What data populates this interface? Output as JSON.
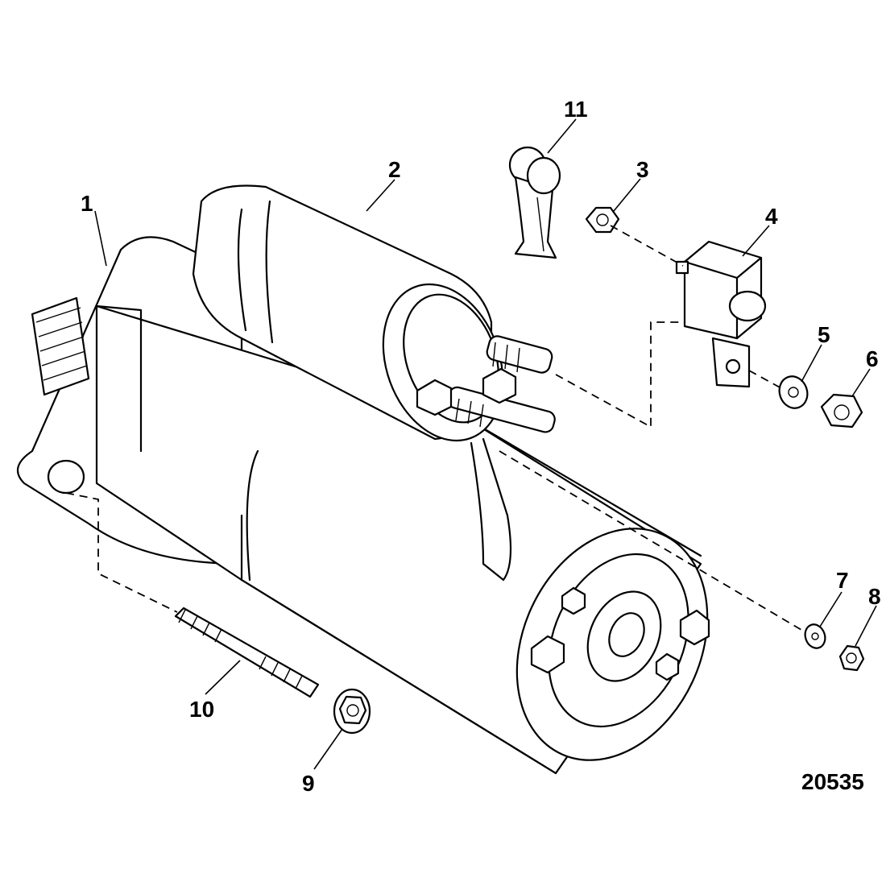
{
  "diagram": {
    "figure_number": "20535",
    "callouts": [
      {
        "id": "1",
        "label": "1"
      },
      {
        "id": "2",
        "label": "2"
      },
      {
        "id": "3",
        "label": "3"
      },
      {
        "id": "4",
        "label": "4"
      },
      {
        "id": "5",
        "label": "5"
      },
      {
        "id": "6",
        "label": "6"
      },
      {
        "id": "7",
        "label": "7"
      },
      {
        "id": "8",
        "label": "8"
      },
      {
        "id": "9",
        "label": "9"
      },
      {
        "id": "10",
        "label": "10"
      },
      {
        "id": "11",
        "label": "11"
      }
    ]
  }
}
